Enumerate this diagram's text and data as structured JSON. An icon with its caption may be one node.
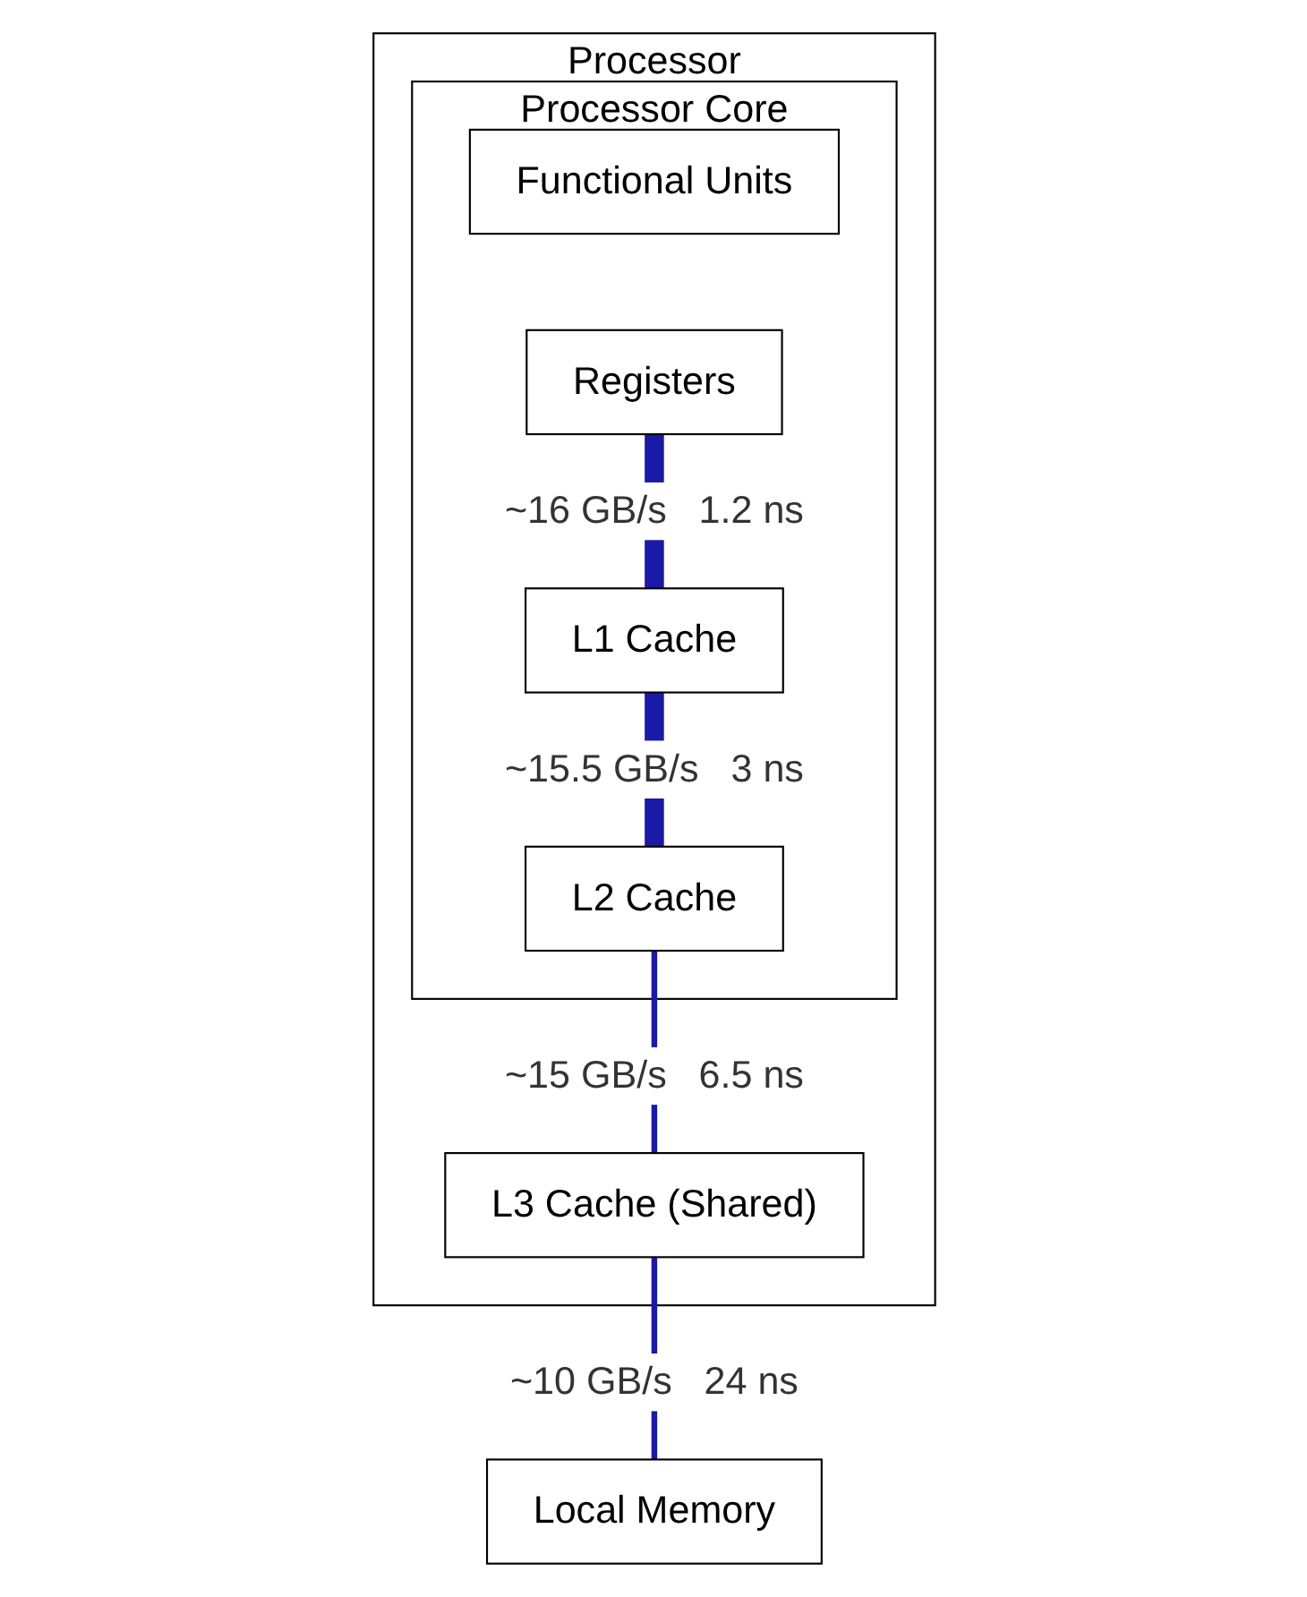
{
  "diagram": {
    "nodes": [
      {
        "text": [
          "Processor"
        ]
      },
      {
        "text": [
          "Processor Core"
        ],
        "in": 0
      },
      {
        "text": [
          "Functional Units"
        ],
        "in": 1
      },
      {
        "text": [
          "Registers"
        ],
        "in": 1
      },
      {
        "text": [
          "L1 Cache"
        ],
        "in": 1
      },
      {
        "text": [
          "L2 Cache"
        ],
        "in": 1
      },
      {
        "text": [
          "L3 Cache (Shared)"
        ],
        "in": 0
      },
      {
        "text": [
          "Local Memory"
        ]
      }
    ],
    "edges": [
      {
        "from": 3,
        "to": 4,
        "arrow": "none",
        "style": "thick"
      },
      {
        "from": 4,
        "to": 5,
        "arrow": "none",
        "style": "thick"
      },
      {
        "from": 5,
        "to": 6,
        "arrow": "none"
      },
      {
        "from": 6,
        "to": 7,
        "arrow": "none"
      }
    ],
    "labels": [
      "~16 GB/s",
      "1.2 ns",
      "~15.5 GB/s",
      "3 ns",
      "~15 GB/s",
      "6.5 ns",
      "~10 GB/s",
      "24 ns"
    ]
  }
}
